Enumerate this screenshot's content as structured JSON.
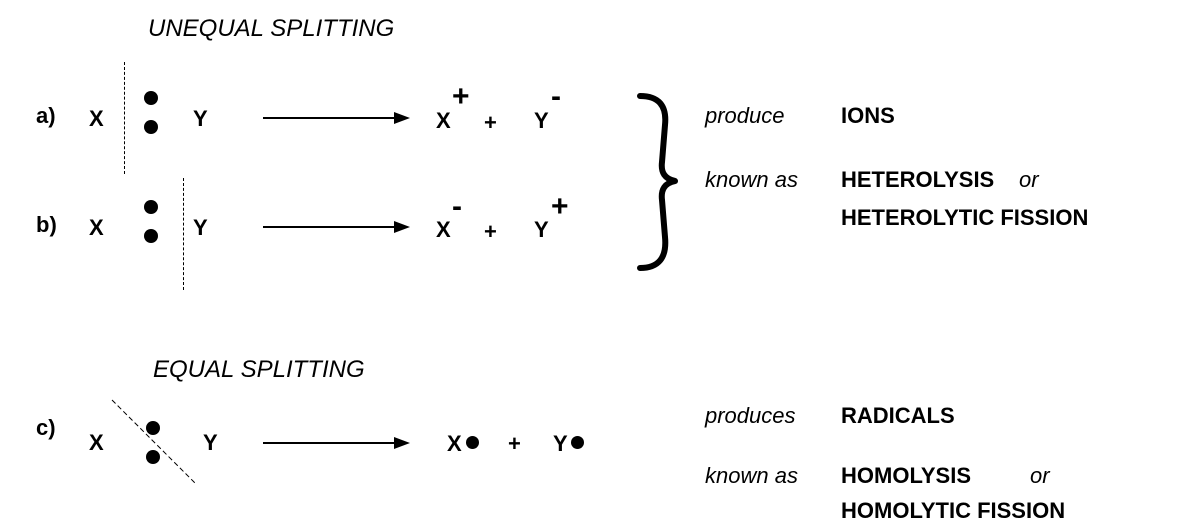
{
  "unequal": {
    "heading": "UNEQUAL SPLITTING",
    "a": {
      "label": "a)",
      "left_atom": "X",
      "right_atom": "Y",
      "product1": "X",
      "charge1": "+",
      "plus": "+",
      "product2": "Y",
      "charge2": "-"
    },
    "b": {
      "label": "b)",
      "left_atom": "X",
      "right_atom": "Y",
      "product1": "X",
      "charge1": "-",
      "plus": "+",
      "product2": "Y",
      "charge2": "+"
    },
    "produce_label": "produce",
    "produce_value": "IONS",
    "known_label": "known as",
    "known_value1": "HETEROLYSIS",
    "or_word": "or",
    "known_value2": "HETEROLYTIC FISSION"
  },
  "equal": {
    "heading": "EQUAL SPLITTING",
    "c": {
      "label": "c)",
      "left_atom": "X",
      "right_atom": "Y",
      "product1": "X",
      "plus": "+",
      "product2": "Y"
    },
    "produce_label": "produces",
    "produce_value": "RADICALS",
    "known_label": "known as",
    "known_value1": "HOMOLYSIS",
    "or_word": "or",
    "known_value2": "HOMOLYTIC FISSION"
  }
}
